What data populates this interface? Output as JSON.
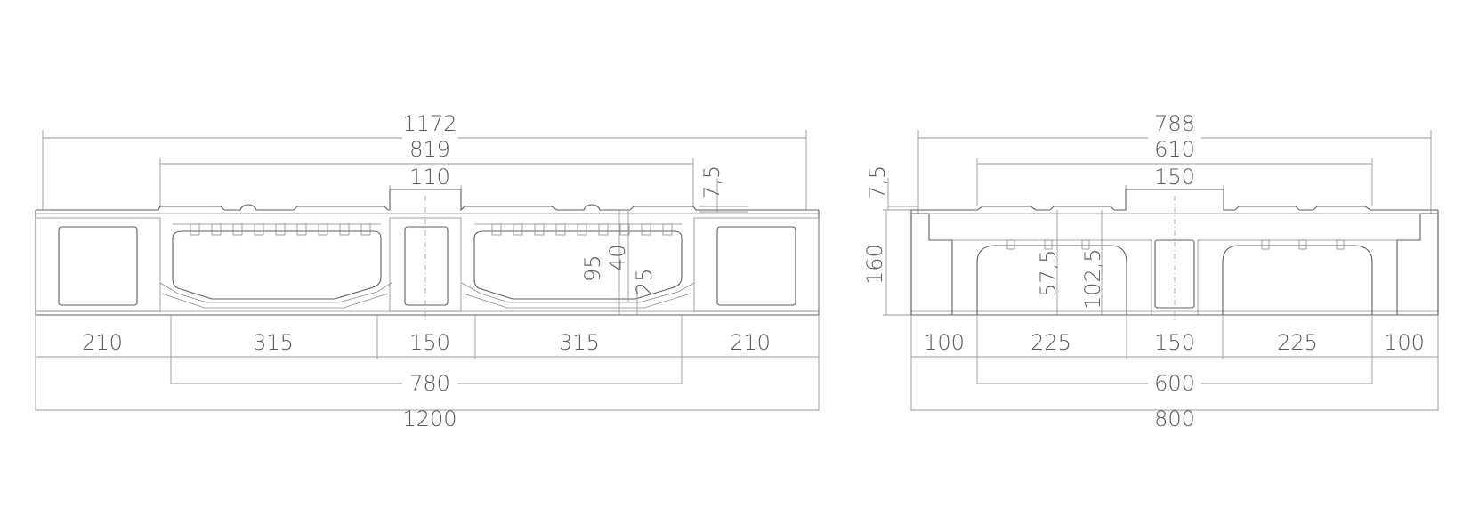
{
  "side_view": {
    "top_overall": "1172",
    "top_deck": "819",
    "top_center": "110",
    "top_lip": "7,5",
    "h_95": "95",
    "h_40": "40",
    "h_25": "25",
    "bottom_segments": [
      "210",
      "315",
      "150",
      "315",
      "210"
    ],
    "bottom_inner": "780",
    "bottom_overall": "1200"
  },
  "end_view": {
    "top_overall": "788",
    "top_deck": "610",
    "top_center": "150",
    "left_lip": "7,5",
    "height": "160",
    "h_57_5": "57,5",
    "h_102_5": "102,5",
    "bottom_segments": [
      "100",
      "225",
      "150",
      "225",
      "100"
    ],
    "bottom_inner": "600",
    "bottom_overall": "800"
  }
}
